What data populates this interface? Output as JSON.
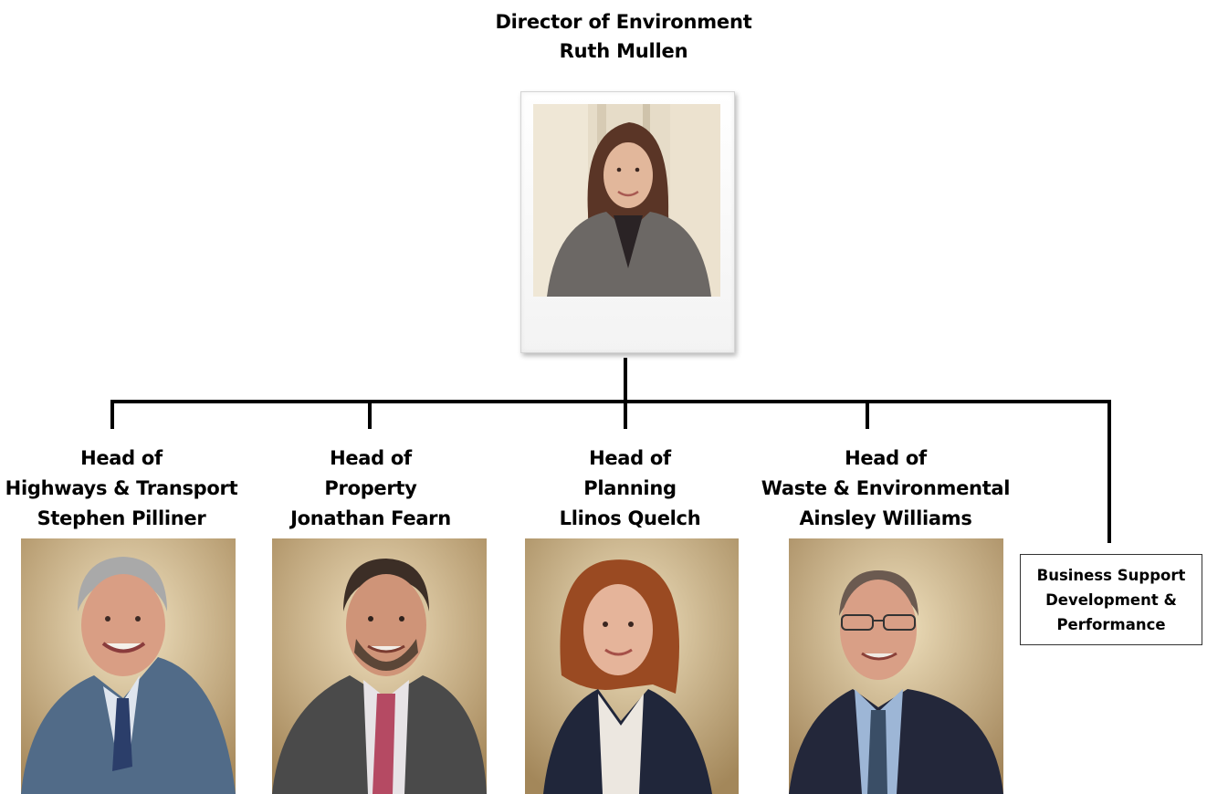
{
  "director": {
    "title": "Director of Environment",
    "name": "Ruth Mullen"
  },
  "heads": [
    {
      "line1": "Head of",
      "line2": "Highways & Transport",
      "name": "Stephen Pilliner"
    },
    {
      "line1": "Head of",
      "line2": "Property",
      "name": "Jonathan Fearn"
    },
    {
      "line1": "Head of",
      "line2": "Planning",
      "name": "Llinos Quelch"
    },
    {
      "line1": "Head of",
      "line2": "Waste & Environmental",
      "name": "Ainsley Williams"
    }
  ],
  "support": {
    "line1": "Business Support",
    "line2": "Development &",
    "line3": "Performance"
  }
}
